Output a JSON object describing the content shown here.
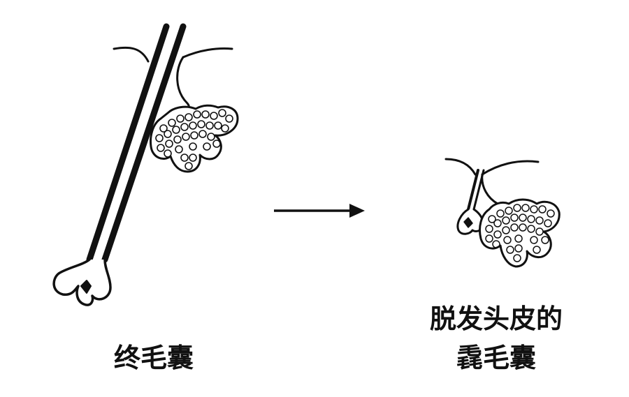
{
  "labels": {
    "terminal_follicle": "终毛囊",
    "hair_loss_scalp_line1": "脱发头皮的",
    "hair_loss_scalp_line2": "毳毛囊"
  },
  "colors": {
    "ink": "#111111",
    "background": "#ffffff"
  }
}
